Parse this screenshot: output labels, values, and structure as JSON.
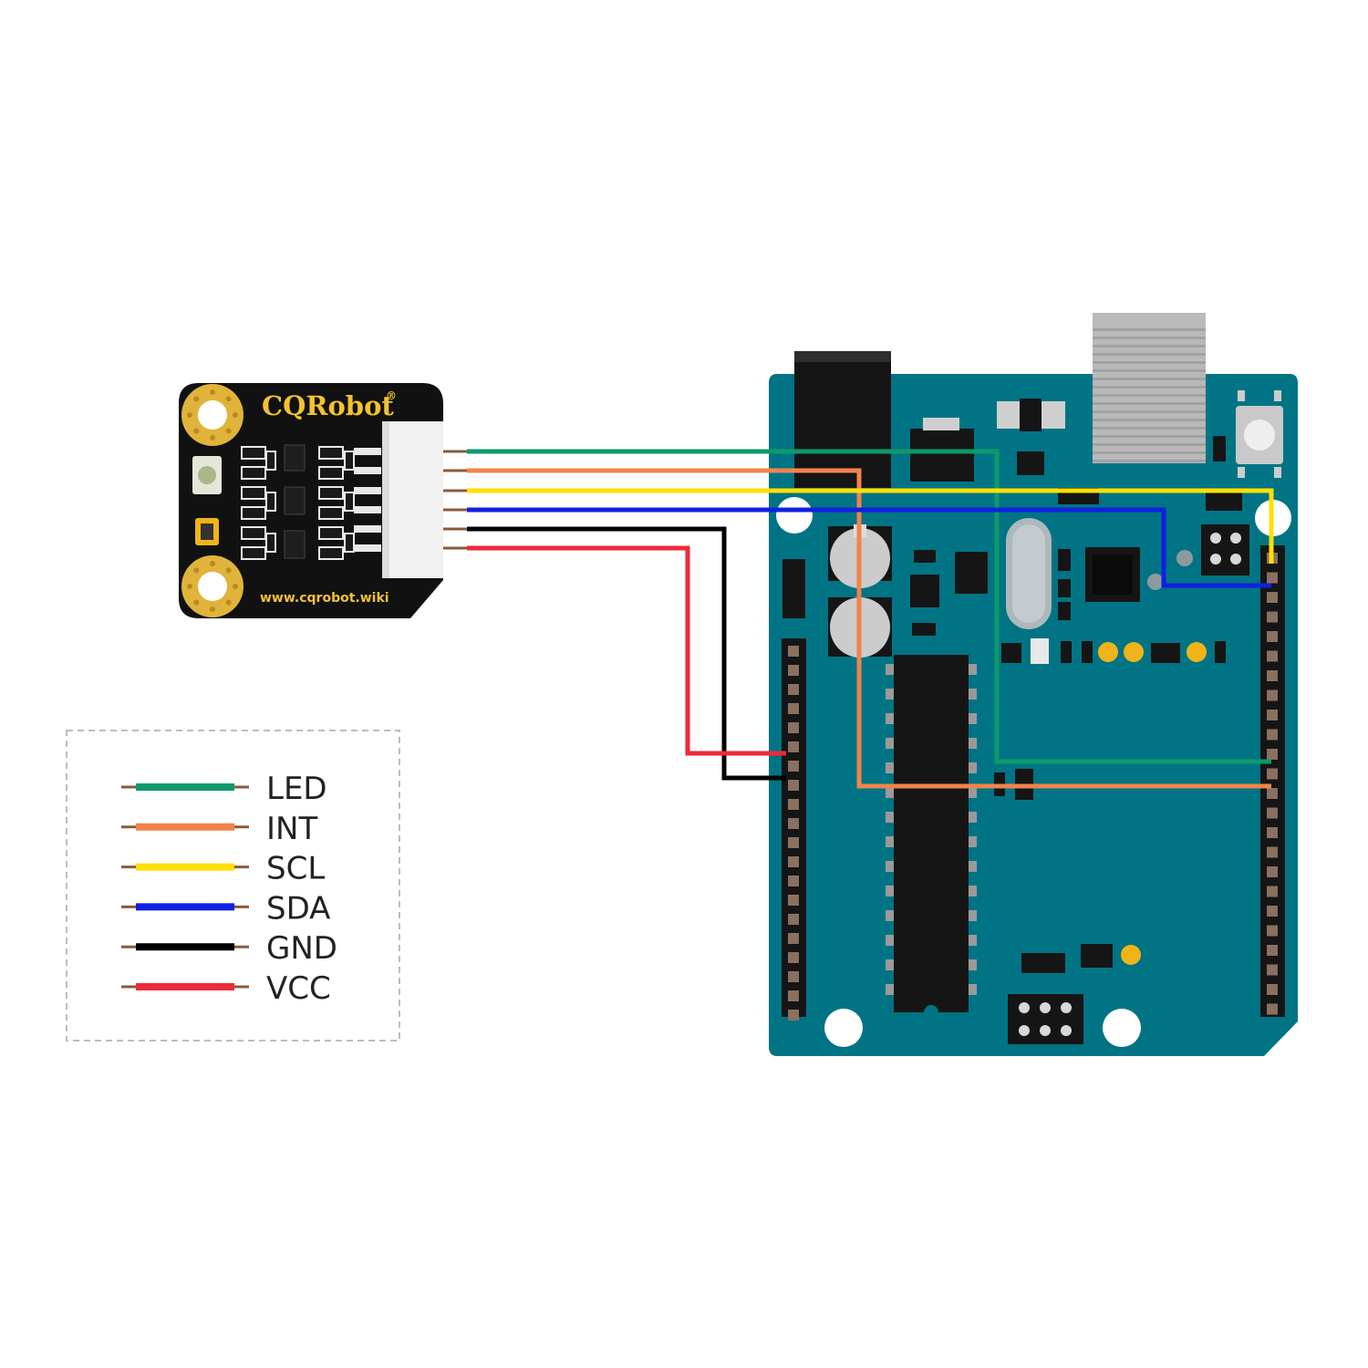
{
  "module": {
    "brand": "CQRobot",
    "registered_mark": "®",
    "url": "www.cqrobot.wiki"
  },
  "legend": {
    "items": [
      {
        "label": "LED",
        "color": "#0c9a6a"
      },
      {
        "label": "INT",
        "color": "#f2844a"
      },
      {
        "label": "SCL",
        "color": "#ffe000"
      },
      {
        "label": "SDA",
        "color": "#1020e0"
      },
      {
        "label": "GND",
        "color": "#000000"
      },
      {
        "label": "VCC",
        "color": "#ee2a3a"
      }
    ]
  },
  "colors": {
    "board": "#007484",
    "board_dark": "#005966",
    "module_pcb": "#111111",
    "pad_gold": "#e0b43a",
    "header": "#4a3a32"
  }
}
